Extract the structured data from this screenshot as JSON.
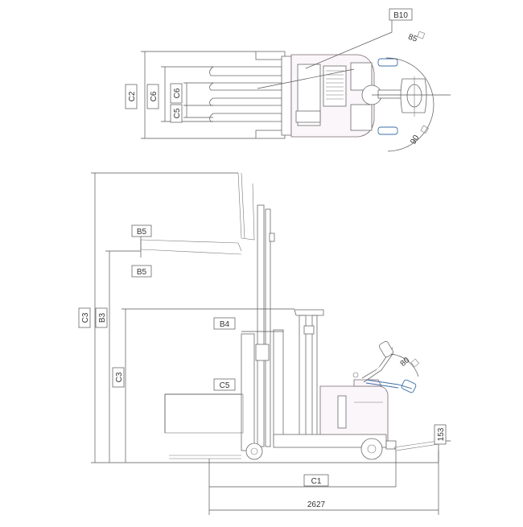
{
  "top_view": {
    "labels": {
      "b10": "B10",
      "c2": "C2",
      "c6_outer": "C6",
      "c6_inner": "C6",
      "c5": "C5",
      "angle_top": "85",
      "angle_bottom": "90"
    }
  },
  "side_view": {
    "labels": {
      "b5_top": "B5",
      "b5_bottom": "B5",
      "c3_outer": "C3",
      "b3": "B3",
      "c3_inner": "C3",
      "b4": "B4",
      "c5": "C5",
      "angle_tiller": "80",
      "h153": "153",
      "c1": "C1",
      "length": "2627"
    }
  },
  "colors": {
    "line": "#555555",
    "accent": "#3f6fa8",
    "body_fill": "#fbf6f9"
  }
}
